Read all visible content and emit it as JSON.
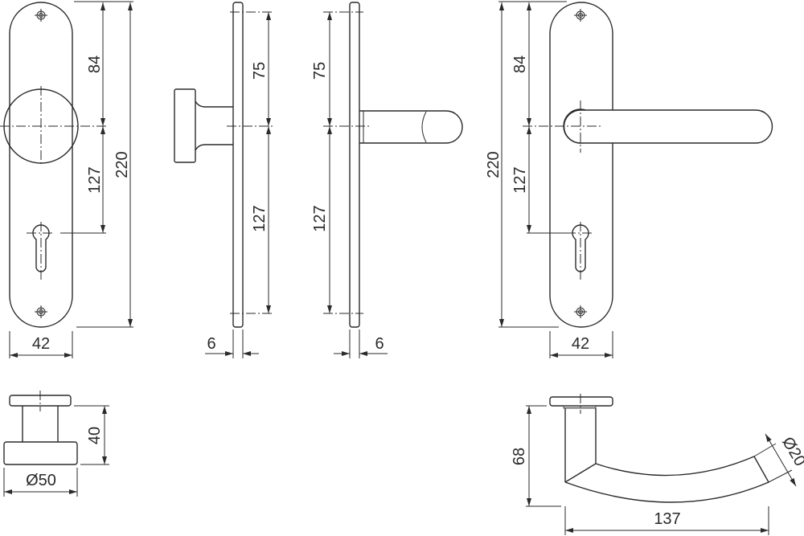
{
  "title": "Door handle set technical drawing",
  "front_knob_view": {
    "height_total": "220",
    "upper": "84",
    "lower": "127",
    "width": "42"
  },
  "side_knob_view": {
    "upper": "75",
    "lower": "127",
    "thickness": "6"
  },
  "side_lever_view": {
    "upper": "75",
    "lower": "127",
    "thickness": "6"
  },
  "front_lever_view": {
    "height_total": "220",
    "upper": "84",
    "lower": "127",
    "width": "42"
  },
  "knob_detail": {
    "height": "40",
    "diameter": "Ø50"
  },
  "lever_detail": {
    "height": "68",
    "length": "137",
    "diameter": "Ø20"
  }
}
